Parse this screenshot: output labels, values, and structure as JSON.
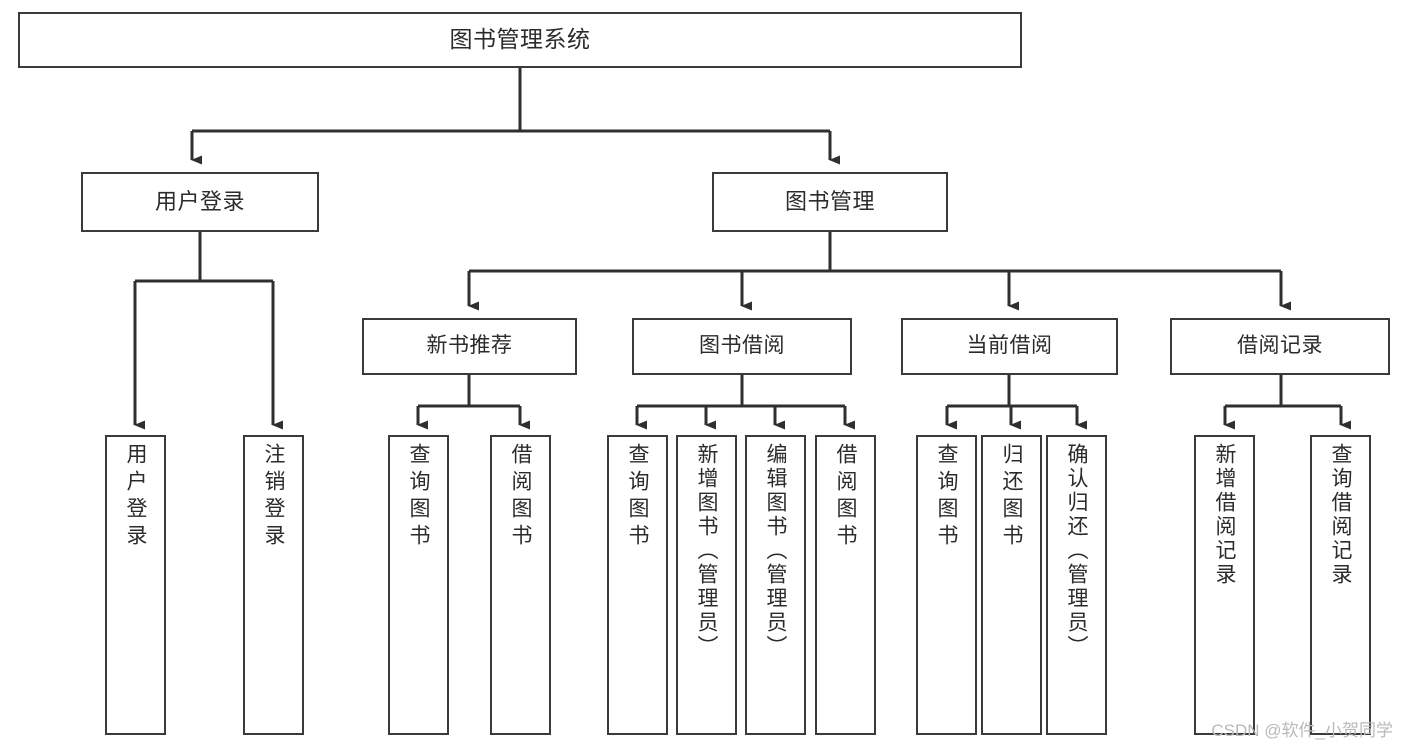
{
  "diagram": {
    "title": "图书管理系统",
    "type": "tree",
    "root": {
      "label": "图书管理系统"
    },
    "branches": [
      {
        "label": "用户登录",
        "children": [
          {
            "label": "用户登录"
          },
          {
            "label": "注销登录"
          }
        ]
      },
      {
        "label": "图书管理",
        "children": [
          {
            "label": "新书推荐",
            "children": [
              {
                "label": "查询图书"
              },
              {
                "label": "借阅图书"
              }
            ]
          },
          {
            "label": "图书借阅",
            "children": [
              {
                "label": "查询图书"
              },
              {
                "label": "新增图书（管理员）"
              },
              {
                "label": "编辑图书（管理员）"
              },
              {
                "label": "借阅图书"
              }
            ]
          },
          {
            "label": "当前借阅",
            "children": [
              {
                "label": "查询图书"
              },
              {
                "label": "归还图书"
              },
              {
                "label": "确认归还（管理员）"
              }
            ]
          },
          {
            "label": "借阅记录",
            "children": [
              {
                "label": "新增借阅记录"
              },
              {
                "label": "查询借阅记录"
              }
            ]
          }
        ]
      }
    ]
  },
  "watermark": {
    "text": "CSDN @软件_小贺同学"
  },
  "colors": {
    "box_border": "#3a3a3a",
    "box_fill": "#ffffff",
    "connector": "#2f2f2f",
    "text": "#2b2b2b",
    "watermark": "#b9b9b9",
    "background": "#ffffff"
  }
}
